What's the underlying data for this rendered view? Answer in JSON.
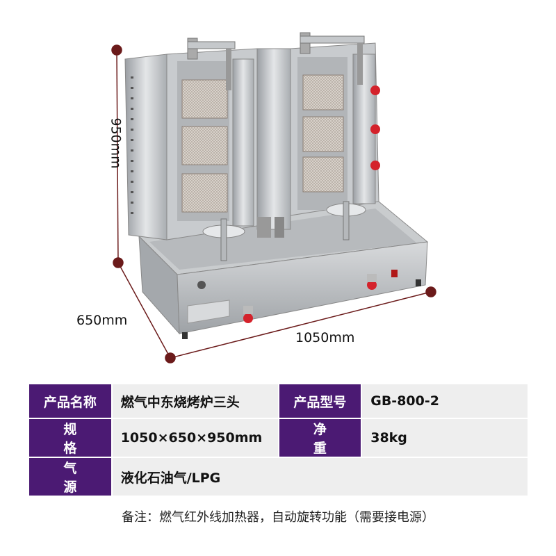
{
  "dimensions": {
    "height": "950mm",
    "depth": "650mm",
    "width": "1050mm"
  },
  "colors": {
    "label_bg": "#4b1a73",
    "value_bg": "#eeeeee",
    "dim_line": "#6b1a1a",
    "knob": "#d4222b"
  },
  "specs": {
    "name_label": "产品名称",
    "name_value": "燃气中东烧烤炉三头",
    "model_label": "产品型号",
    "model_value": "GB-800-2",
    "size_label": "规格",
    "size_value": "1050×650×950mm",
    "weight_label": "净重",
    "weight_value": "38kg",
    "gas_label": "气源",
    "gas_value": "液化石油气/LPG"
  },
  "note": "备注：燃气红外线加热器，自动旋转功能（需要接电源）"
}
